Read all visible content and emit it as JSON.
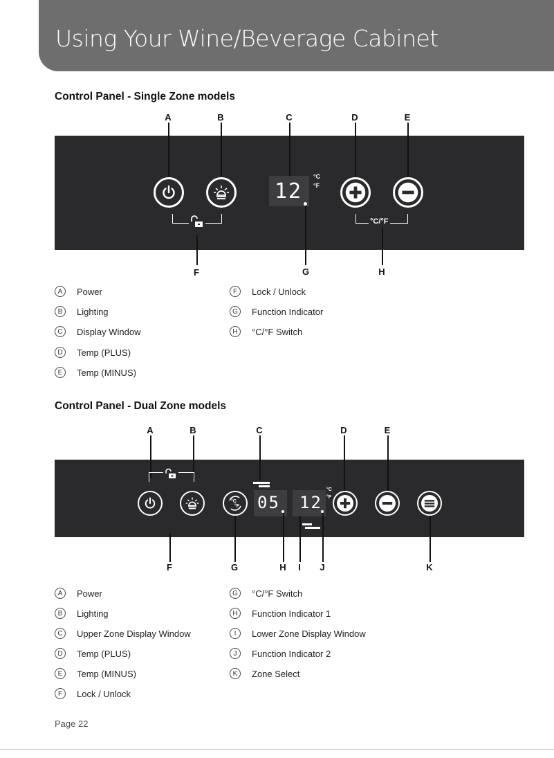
{
  "header": {
    "title": "Using Your Wine/Beverage Cabinet"
  },
  "single": {
    "title": "Control Panel - Single Zone models",
    "callouts": {
      "a": "A",
      "b": "B",
      "c": "C",
      "d": "D",
      "e": "E",
      "f": "F",
      "g": "G",
      "h": "H"
    },
    "display": {
      "value": "12",
      "unit_c": "°C",
      "unit_f": "°F"
    },
    "switch_label": "°C/°F",
    "legend": [
      {
        "letter": "A",
        "text": "Power"
      },
      {
        "letter": "B",
        "text": "Lighting"
      },
      {
        "letter": "C",
        "text": "Display Window"
      },
      {
        "letter": "D",
        "text": "Temp (PLUS)"
      },
      {
        "letter": "E",
        "text": "Temp (MINUS)"
      },
      {
        "letter": "F",
        "text": "Lock / Unlock"
      },
      {
        "letter": "G",
        "text": "Function Indicator"
      },
      {
        "letter": "H",
        "text": "°C/°F  Switch"
      }
    ]
  },
  "dual": {
    "title": "Control Panel - Dual Zone models",
    "callouts": {
      "a": "A",
      "b": "B",
      "c": "C",
      "d": "D",
      "e": "E",
      "f": "F",
      "g": "G",
      "h": "H",
      "i": "I",
      "j": "J",
      "k": "K"
    },
    "upper_display": {
      "value": "05"
    },
    "lower_display": {
      "value": "12",
      "unit_c": "°C",
      "unit_f": "°F"
    },
    "legend": [
      {
        "letter": "A",
        "text": "Power"
      },
      {
        "letter": "B",
        "text": "Lighting"
      },
      {
        "letter": "C",
        "text": "Upper Zone Display Window"
      },
      {
        "letter": "D",
        "text": "Temp (PLUS)"
      },
      {
        "letter": "E",
        "text": "Temp (MINUS)"
      },
      {
        "letter": "F",
        "text": "Lock / Unlock"
      },
      {
        "letter": "G",
        "text": "°C/°F  Switch"
      },
      {
        "letter": "H",
        "text": "Function Indicator 1"
      },
      {
        "letter": "I",
        "text": "Lower Zone Display Window"
      },
      {
        "letter": "J",
        "text": "Function Indicator 2"
      },
      {
        "letter": "K",
        "text": "Zone Select"
      }
    ]
  },
  "footer": {
    "page": "Page 22"
  },
  "colors": {
    "panel": "#2a2a2c",
    "banner": "#6e6e6e",
    "display": "#3d3d40"
  }
}
